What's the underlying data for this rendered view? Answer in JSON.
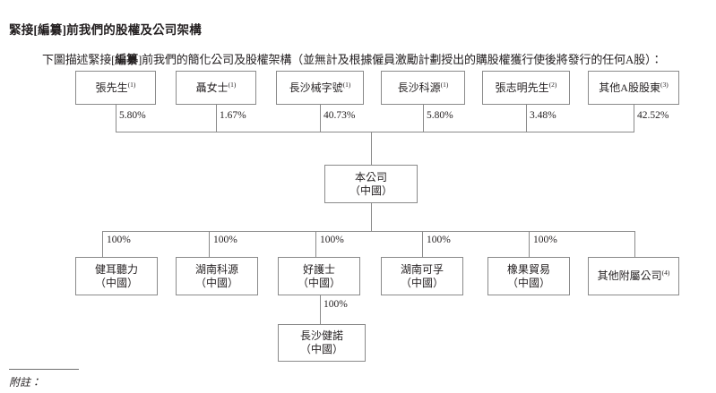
{
  "document": {
    "section_title": "緊接[編纂]前我們的股權及公司架構",
    "intro_paragraph_parts": {
      "before": "下圖描述緊接[",
      "bold": "編纂",
      "after": "]前我們的簡化公司及股權架構（並無計及根據僱員激勵計劃授出的購股權獲行使後將發行的任何A股）："
    },
    "intro_paragraph_full": "下圖描述緊接[編纂]前我們的簡化公司及股權架構（並無計及根據僱員激勵計劃授出的購股權獲行使後將發行的任何A股）：",
    "footnote_label": "附註："
  },
  "chart_data": {
    "type": "diagram",
    "title": "緊接[編纂]前我們的股權及公司架構",
    "orientation": "top-down",
    "border_color": "#8a8a8a",
    "levels": [
      {
        "level": 1,
        "name": "shareholders",
        "nodes": [
          {
            "id": "sh1",
            "label": "張先生",
            "footnote": "(1)",
            "ownership": "5.80%"
          },
          {
            "id": "sh2",
            "label": "聶女士",
            "footnote": "(1)",
            "ownership": "1.67%"
          },
          {
            "id": "sh3",
            "label": "長沙械字號",
            "footnote": "(1)",
            "ownership": "40.73%"
          },
          {
            "id": "sh4",
            "label": "長沙科源",
            "footnote": "(1)",
            "ownership": "5.80%"
          },
          {
            "id": "sh5",
            "label": "張志明先生",
            "footnote": "(2)",
            "ownership": "3.48%"
          },
          {
            "id": "sh6",
            "label": "其他A股股東",
            "footnote": "(3)",
            "ownership": "42.52%"
          }
        ]
      },
      {
        "level": 2,
        "name": "company",
        "nodes": [
          {
            "id": "co",
            "label": "本公司",
            "sublabel": "（中國）",
            "footnote": "",
            "ownership": ""
          }
        ]
      },
      {
        "level": 3,
        "name": "subsidiaries",
        "nodes": [
          {
            "id": "sub1",
            "label": "健耳聽力",
            "sublabel": "（中國）",
            "footnote": "",
            "ownership": "100%"
          },
          {
            "id": "sub2",
            "label": "湖南科源",
            "sublabel": "（中國）",
            "footnote": "",
            "ownership": "100%"
          },
          {
            "id": "sub3",
            "label": "好護士",
            "sublabel": "（中國）",
            "footnote": "",
            "ownership": "100%"
          },
          {
            "id": "sub4",
            "label": "湖南可孚",
            "sublabel": "（中國）",
            "footnote": "",
            "ownership": "100%"
          },
          {
            "id": "sub5",
            "label": "橡果貿易",
            "sublabel": "（中國）",
            "footnote": "",
            "ownership": "100%"
          },
          {
            "id": "sub6",
            "label": "其他附屬公司",
            "sublabel": "",
            "footnote": "(4)",
            "ownership": ""
          }
        ]
      },
      {
        "level": 4,
        "name": "sub-subsidiaries",
        "nodes": [
          {
            "id": "ssub1",
            "label": "長沙健諾",
            "sublabel": "（中國）",
            "footnote": "",
            "ownership": "100%",
            "parent": "sub3"
          }
        ]
      }
    ]
  }
}
